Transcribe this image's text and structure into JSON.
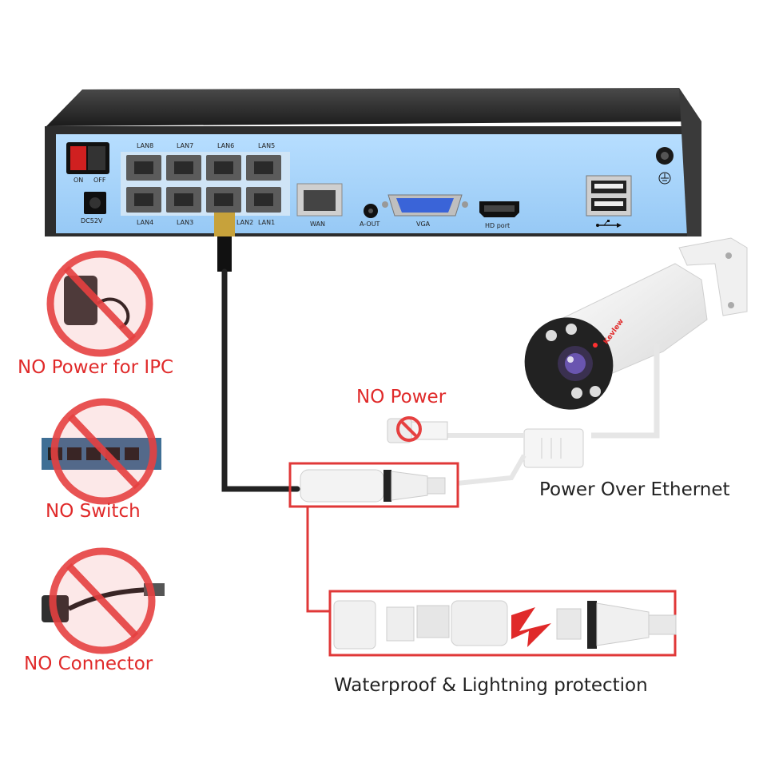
{
  "nvr": {
    "switch_on": "ON",
    "switch_off": "OFF",
    "power_jack": "DC52V",
    "lan_top": [
      "LAN8",
      "LAN7",
      "LAN6",
      "LAN5"
    ],
    "lan_bottom": [
      "LAN4",
      "LAN3",
      "LAN2",
      "LAN1"
    ],
    "wan": "WAN",
    "audio_out": "A-OUT",
    "vga": "VGA",
    "hdmi": "HD port",
    "usb_icon": "usb-icon",
    "ground_icon": "ground-icon"
  },
  "camera": {
    "brand": "Kevlew"
  },
  "labels": {
    "no_power_ipc": "NO Power for IPC",
    "no_switch": "NO Switch",
    "no_connector": "NO Connector",
    "no_power": "NO Power",
    "poe": "Power Over Ethernet",
    "waterproof": "Waterproof & Lightning protection"
  },
  "colors": {
    "accent_red": "#e02a2a",
    "panel_blue": "#a9d6ff"
  }
}
